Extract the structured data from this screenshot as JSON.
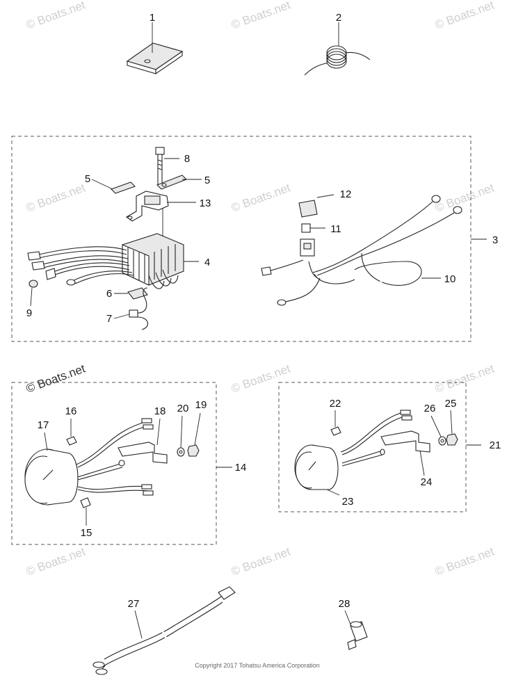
{
  "diagram": {
    "callouts": [
      "1",
      "2",
      "3",
      "4",
      "5",
      "5",
      "6",
      "7",
      "8",
      "9",
      "10",
      "11",
      "12",
      "13",
      "14",
      "15",
      "16",
      "17",
      "18",
      "19",
      "20",
      "21",
      "22",
      "23",
      "24",
      "25",
      "26",
      "27",
      "28"
    ],
    "watermark": "© Boats.net",
    "copyright": "Copyright 2017 Tohatsu America Corporation"
  }
}
